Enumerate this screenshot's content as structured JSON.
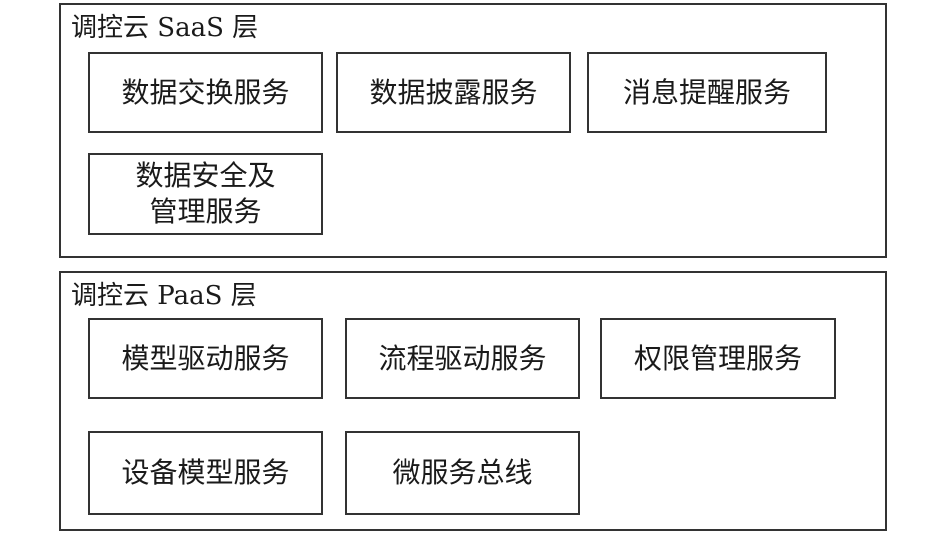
{
  "layers": [
    {
      "title": "调控云 SaaS 层",
      "boxes": [
        {
          "label": "数据交换服务"
        },
        {
          "label": "数据披露服务"
        },
        {
          "label": "消息提醒服务"
        },
        {
          "label": "数据安全及\n管理服务"
        }
      ]
    },
    {
      "title": "调控云 PaaS 层",
      "boxes": [
        {
          "label": "模型驱动服务"
        },
        {
          "label": "流程驱动服务"
        },
        {
          "label": "权限管理服务"
        },
        {
          "label": "设备模型服务"
        },
        {
          "label": "微服务总线"
        }
      ]
    }
  ]
}
